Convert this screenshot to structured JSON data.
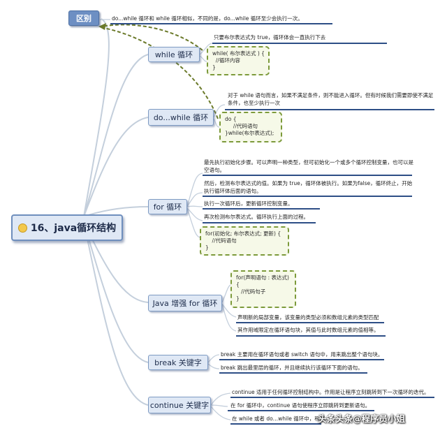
{
  "root": {
    "title": "16、java循环结构",
    "icon": "smiley-icon"
  },
  "difference": {
    "label": "区别",
    "text": "do...while 循环和 while 循环相似，不同的是，do...while 循环至少会执行一次。"
  },
  "while": {
    "label": "while 循环",
    "leaf": "只要布尔表达式为 true，循环体会一直执行下去",
    "code": [
      "while( 布尔表达式 ) {",
      "  //循环内容",
      "}"
    ]
  },
  "do_while": {
    "label": "do...while 循环",
    "leaf": "对于 while 语句而言，如果不满足条件，则不能进入循环。但有时候我们需要即使不满足条件，也至少执行一次",
    "code": [
      "do {",
      "     //代码语句",
      "}while(布尔表达式);"
    ]
  },
  "for": {
    "label": "for 循环",
    "leaves": [
      "最先执行初始化步骤。可以声明一种类型，但可初始化一个或多个循环控制变量，也可以是空语句。",
      "然后，检测布尔表达式的值。如果为 true，循环体被执行。如果为false，循环终止，开始执行循环体后面的语句。",
      "执行一次循环后，更新循环控制变量。",
      "再次检测布尔表达式。循环执行上面的过程。"
    ],
    "code": [
      "for(初始化; 布尔表达式; 更新) {",
      "    //代码语句",
      "}"
    ]
  },
  "enhanced_for": {
    "label": "Java 增强 for 循环",
    "code": [
      "for(声明语句 : 表达式)",
      "{",
      "   //代码句子",
      "}"
    ],
    "leaves": [
      "声明新的局部变量，该变量的类型必须和数组元素的类型匹配",
      "其作用域限定在循环语句块，其值与此时数组元素的值相等。"
    ]
  },
  "break": {
    "label": "break 关键字",
    "leaves": [
      "break 主要用在循环语句或者 switch 语句中，用来跳出整个语句块。",
      "break 跳出最里层的循环，并且继续执行该循环下面的语句。"
    ]
  },
  "continue": {
    "label": "continue 关键字",
    "leaves": [
      "continue 适用于任何循环控制结构中。作用是让程序立刻跳转到下一次循环的迭代。",
      "在 for 循环中，continue 语句使程序立即跳转到更新语句。",
      "在 while 或者 do…while 循环中，程序"
    ]
  },
  "watermark": "头条头条@程序员小姐",
  "colors": {
    "branch_fill": "#dfe8f5",
    "branch_border": "#7d9ac2",
    "accent": "#6d8fc3",
    "underline": "#2d4e86",
    "code_border": "#7c9a3a",
    "dashed_arrow": "#6b7a2a"
  }
}
